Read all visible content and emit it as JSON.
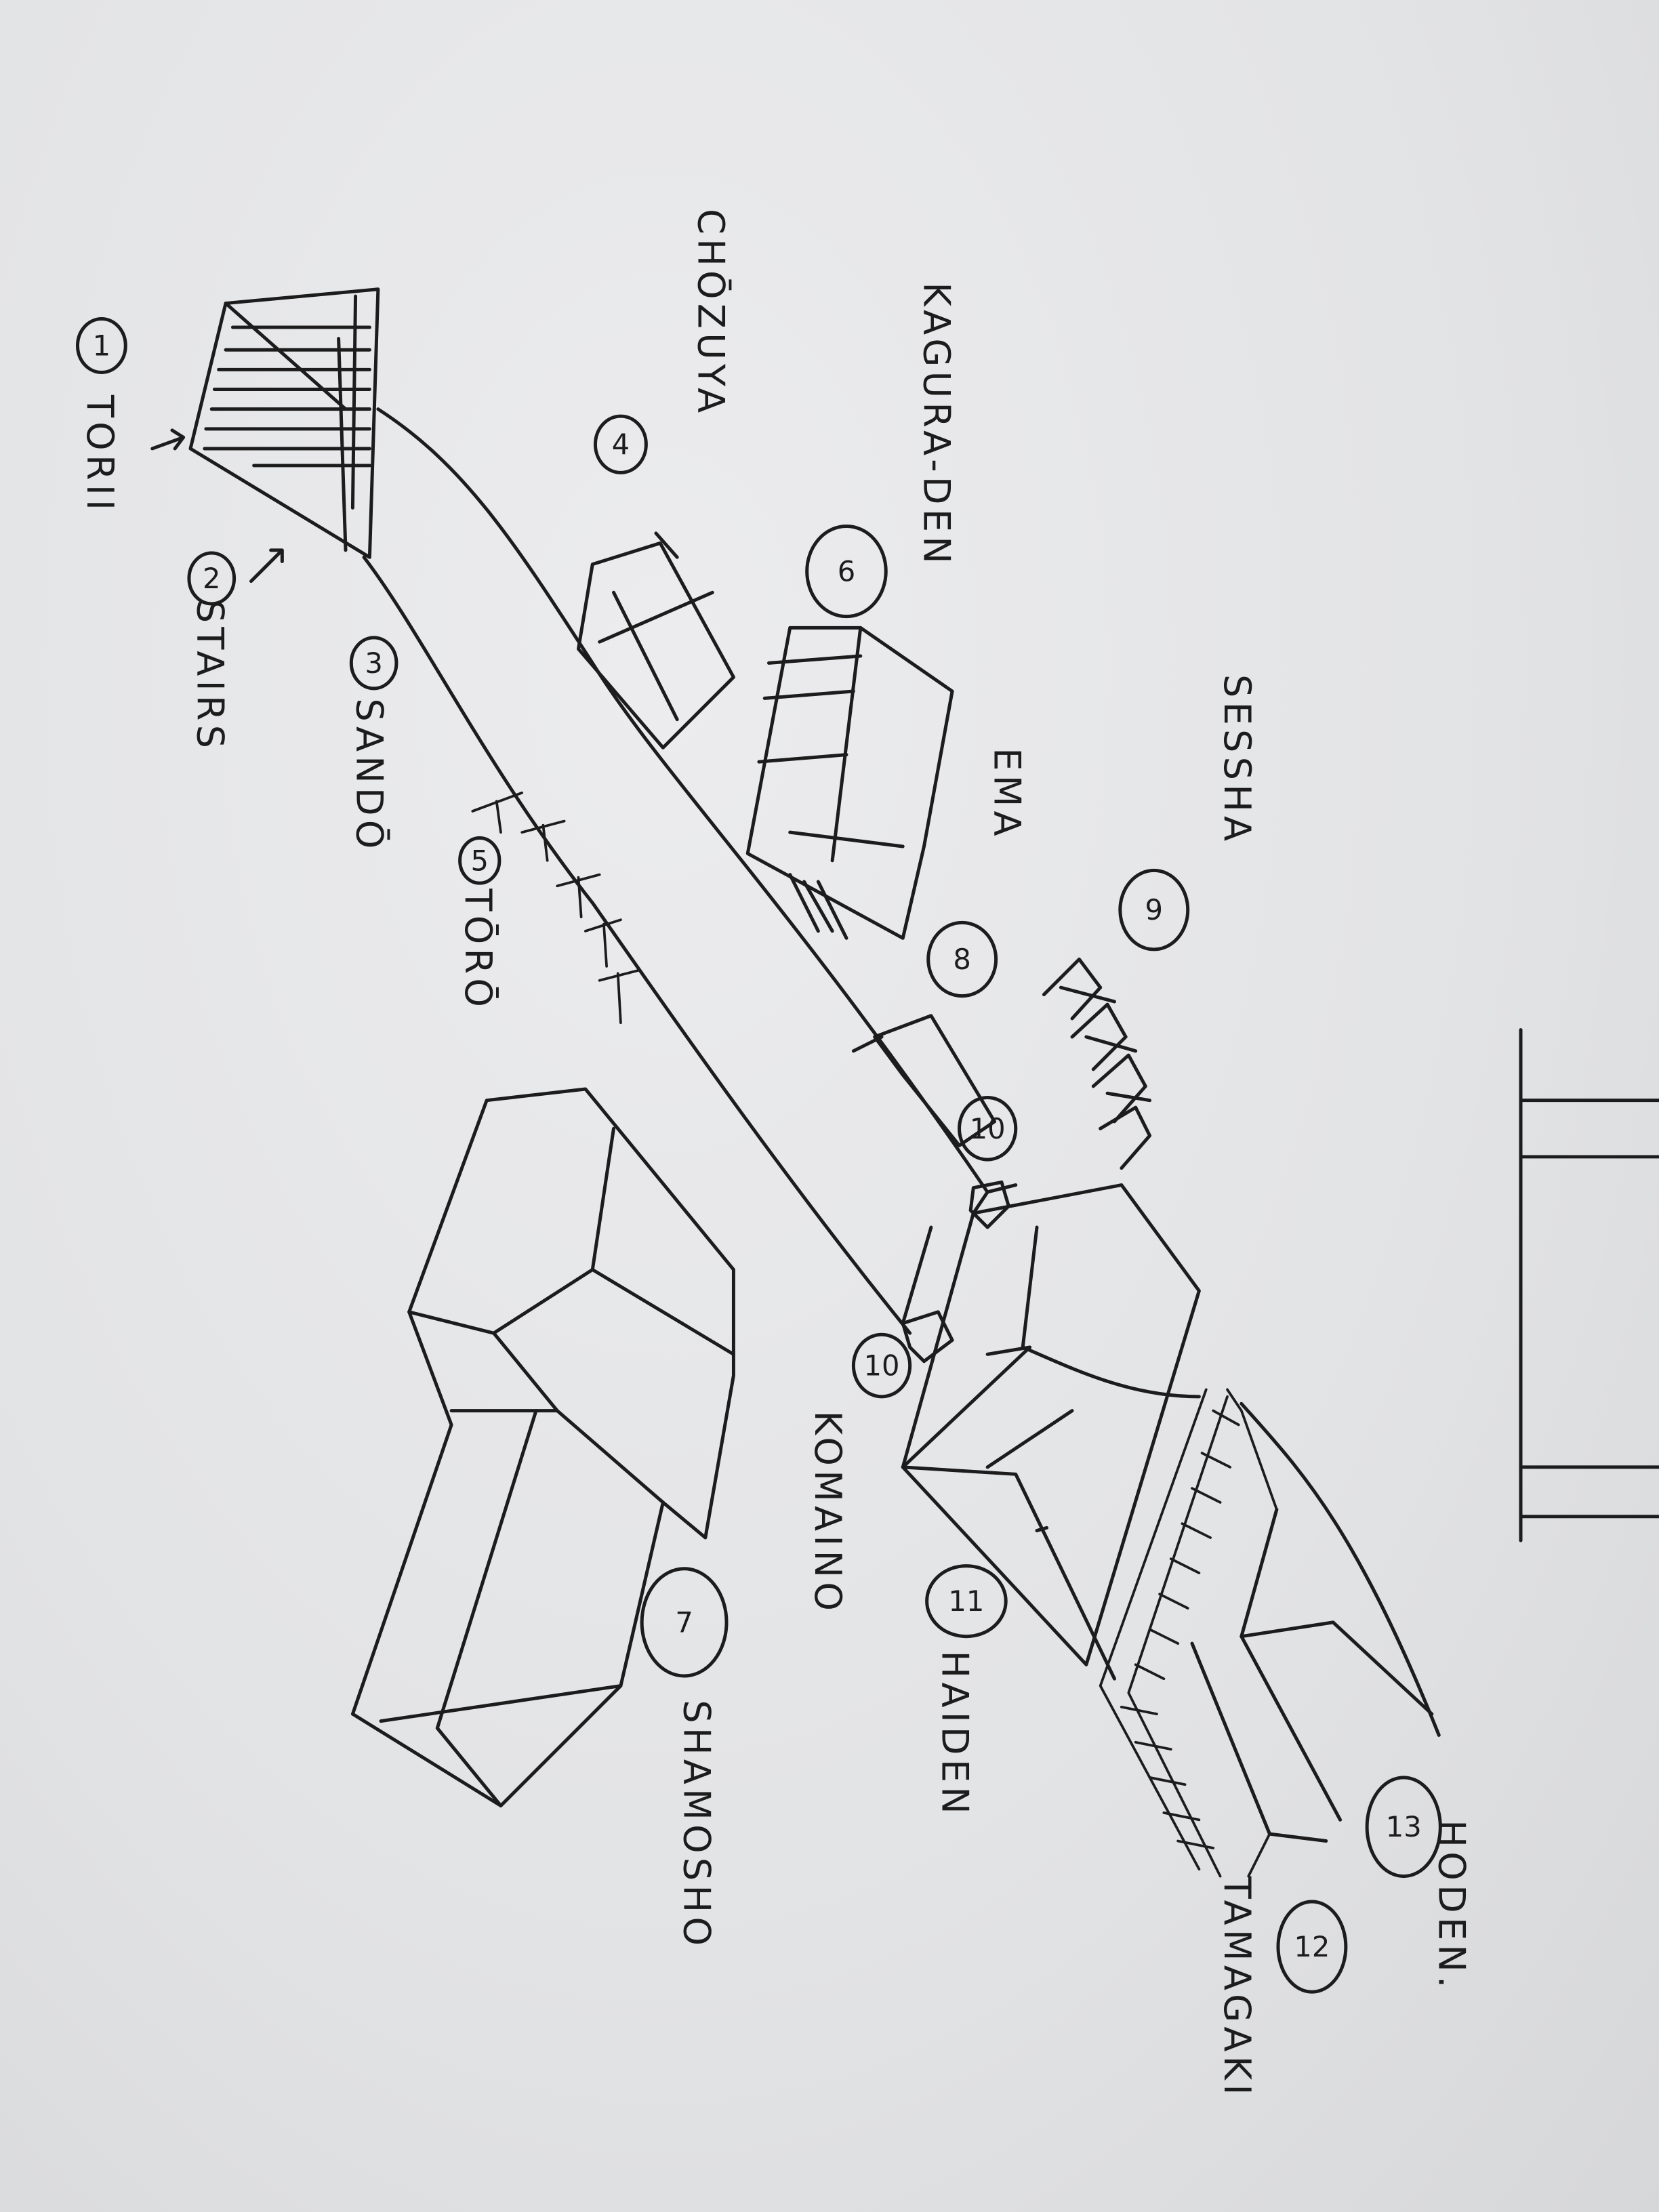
{
  "title": "Shrine layout sketch",
  "ink_color": "#1c1c1c",
  "paper_color": "#e4e5e7",
  "landmarks": [
    {
      "number": "1",
      "label": "TORII"
    },
    {
      "number": "2",
      "label": "STAIRS"
    },
    {
      "number": "3",
      "label": "SANDŌ"
    },
    {
      "number": "4",
      "label": "CHŌZUYA"
    },
    {
      "number": "5",
      "label": "TŌRŌ"
    },
    {
      "number": "6",
      "label": "KAGURA-DEN"
    },
    {
      "number": "7",
      "label": "SHAMOSHO"
    },
    {
      "number": "8",
      "label": "EMA"
    },
    {
      "number": "9",
      "label": "SESSHA"
    },
    {
      "number": "10",
      "label": "KOMAINO"
    },
    {
      "number": "11",
      "label": "HAIDEN"
    },
    {
      "number": "12",
      "label": "TAMAGAKI"
    },
    {
      "number": "13",
      "label": "HODEN."
    }
  ],
  "extra_markers": [
    {
      "number": "10"
    }
  ]
}
